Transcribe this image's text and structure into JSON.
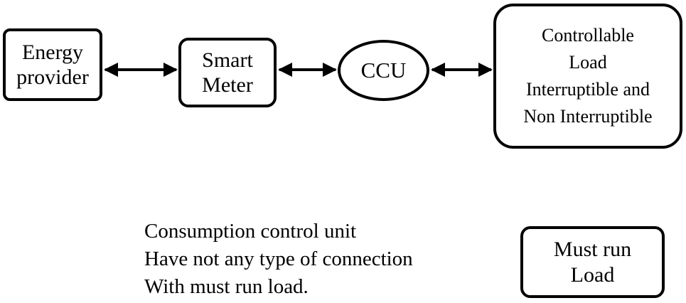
{
  "diagram": {
    "nodes": {
      "energy_provider": [
        "Energy",
        "provider"
      ],
      "smart_meter": [
        "Smart",
        "Meter"
      ],
      "ccu": [
        "CCU"
      ],
      "controllable_load": [
        "Controllable",
        "Load",
        "Interruptible and",
        "Non Interruptible"
      ],
      "must_run_load": [
        "Must run",
        "Load"
      ]
    },
    "edges": [
      {
        "from": "energy_provider",
        "to": "smart_meter",
        "bidirectional": true
      },
      {
        "from": "smart_meter",
        "to": "ccu",
        "bidirectional": true
      },
      {
        "from": "ccu",
        "to": "controllable_load",
        "bidirectional": true
      }
    ],
    "note": [
      "Consumption control unit",
      "Have not any type of connection",
      "With must run load."
    ]
  }
}
